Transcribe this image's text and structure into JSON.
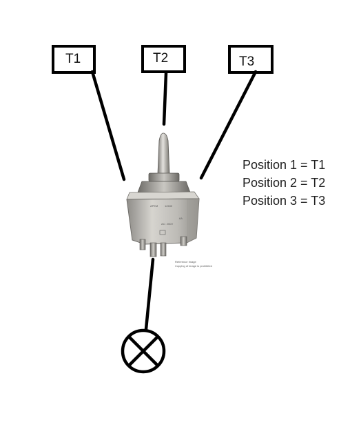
{
  "terminals": [
    {
      "id": "t1",
      "label": "T1"
    },
    {
      "id": "t2",
      "label": "T2"
    },
    {
      "id": "t3",
      "label": "T3"
    }
  ],
  "legend": [
    "Position 1 = T1",
    "Position 2 = T2",
    "Position 3 = T3"
  ],
  "switch": {
    "brand": "APEM",
    "part_number": "12630",
    "rating": "AC: 250V",
    "code": "6A",
    "watermark_line1": "Reference Image",
    "watermark_line2": "Copying of image is prohibited"
  },
  "load": {
    "icon": "lamp-symbol-icon"
  },
  "colors": {
    "wire": "#000000",
    "box_border": "#000000",
    "switch_body": "#b9b7b2",
    "lever": "#c8c6c1"
  }
}
